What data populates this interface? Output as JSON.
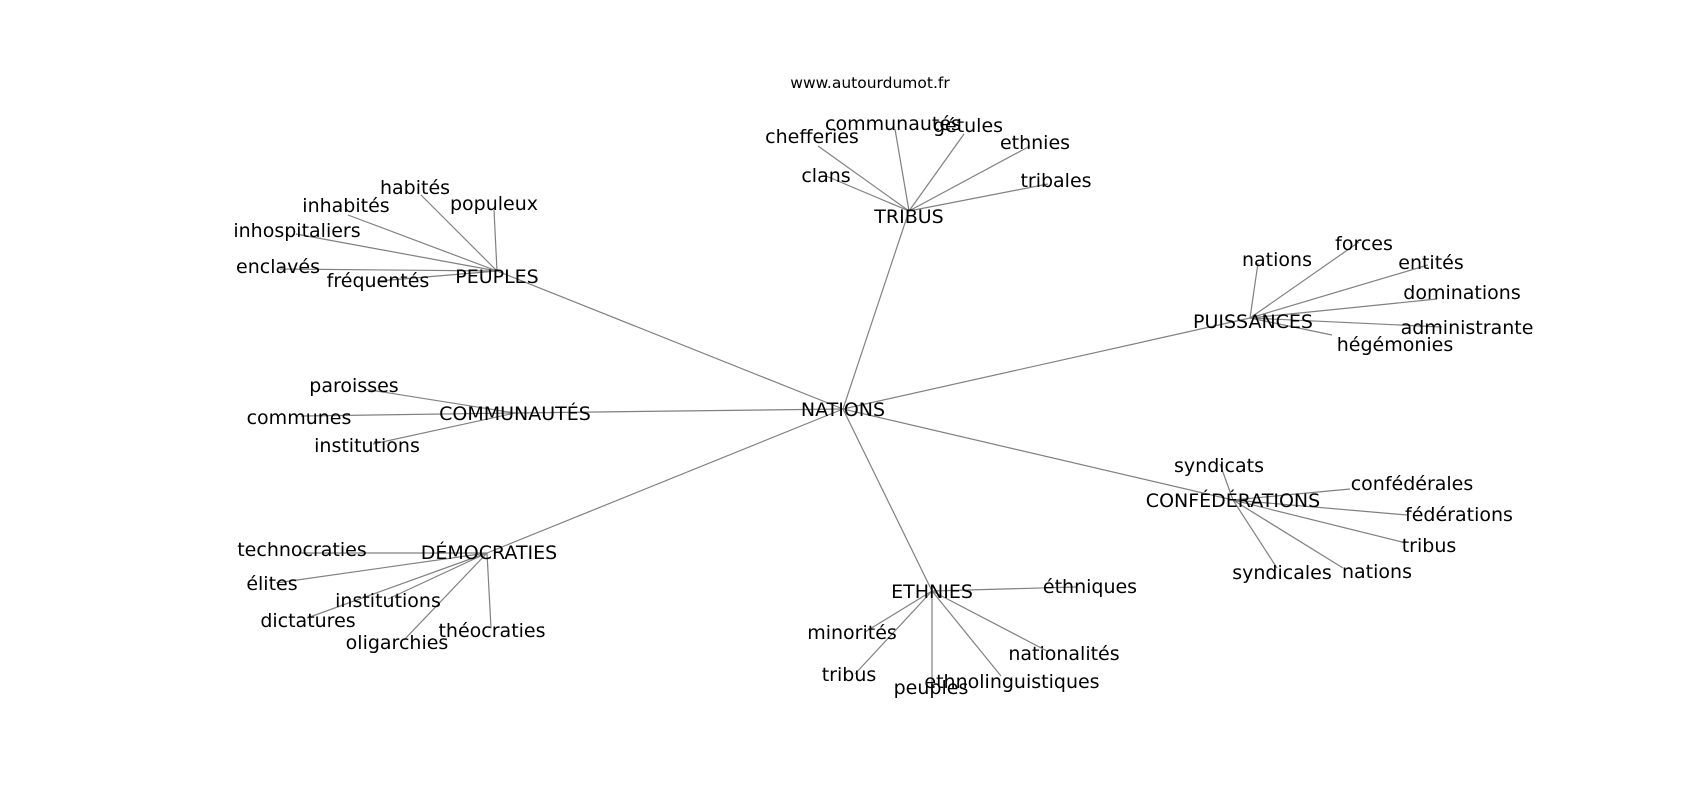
{
  "watermark": "www.autourdumot.fr",
  "edge_color": "#808080",
  "text_color": "#000000",
  "root": "NATIONS",
  "clusters": [
    {
      "hub": "TRIBUS",
      "leaves": [
        "chefferies",
        "communautés",
        "gétules",
        "ethnies",
        "tribales",
        "clans"
      ]
    },
    {
      "hub": "PEUPLES",
      "leaves": [
        "habités",
        "inhabités",
        "populeux",
        "inhospitaliers",
        "enclavés",
        "fréquentés"
      ]
    },
    {
      "hub": "PUISSANCES",
      "leaves": [
        "forces",
        "nations",
        "entités",
        "dominations",
        "administrante",
        "hégémonies"
      ]
    },
    {
      "hub": "COMMUNAUTÉS",
      "leaves": [
        "paroisses",
        "communes",
        "institutions"
      ]
    },
    {
      "hub": "CONFÉDÉRATIONS",
      "leaves": [
        "syndicats",
        "confédérales",
        "fédérations",
        "tribus",
        "syndicales",
        "nations"
      ]
    },
    {
      "hub": "DÉMOCRATIES",
      "leaves": [
        "technocraties",
        "élites",
        "institutions",
        "dictatures",
        "théocraties",
        "oligarchies"
      ]
    },
    {
      "hub": "ETHNIES",
      "leaves": [
        "éthniques",
        "minorités",
        "nationalités",
        "tribus",
        "peuples",
        "ethnolinguistiques"
      ]
    }
  ]
}
